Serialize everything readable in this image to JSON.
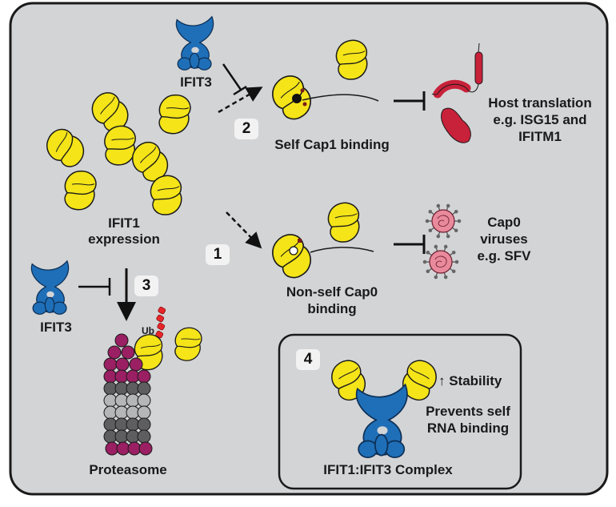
{
  "colors": {
    "background": "#d3d4d6",
    "border": "#1a1a1a",
    "ifit1": "#f4e418",
    "ifit1_shade": "#d9c70e",
    "ifit3": "#1f6fb8",
    "ifit3_shade": "#155a9a",
    "host_protein": "#c8213a",
    "virus": "#e98a9c",
    "ubiquitin": "#e8262a",
    "proteasome_cap": "#9a1f63",
    "proteasome_dark": "#5e5e60",
    "proteasome_light": "#b5b6b8",
    "badge_bg": "#f2f2f2"
  },
  "labels": {
    "ifit3_top": "IFIT3",
    "ifit3_left": "IFIT3",
    "ifit1_expression_line1": "IFIT1",
    "ifit1_expression_line2": "expression",
    "self_cap1": "Self Cap1 binding",
    "nonself_cap0_line1": "Non-self Cap0",
    "nonself_cap0_line2": "binding",
    "host_translation_line1": "Host translation",
    "host_translation_line2": "e.g. ISG15 and",
    "host_translation_line3": "IFITM1",
    "cap0_viruses_line1": "Cap0",
    "cap0_viruses_line2": "viruses",
    "cap0_viruses_line3": "e.g. SFV",
    "ub": "Ub",
    "proteasome": "Proteasome",
    "stability": "↑ Stability",
    "prevents_line1": "Prevents self",
    "prevents_line2": "RNA binding",
    "complex": "IFIT1:IFIT3 Complex"
  },
  "badges": [
    "1",
    "2",
    "3",
    "4"
  ]
}
